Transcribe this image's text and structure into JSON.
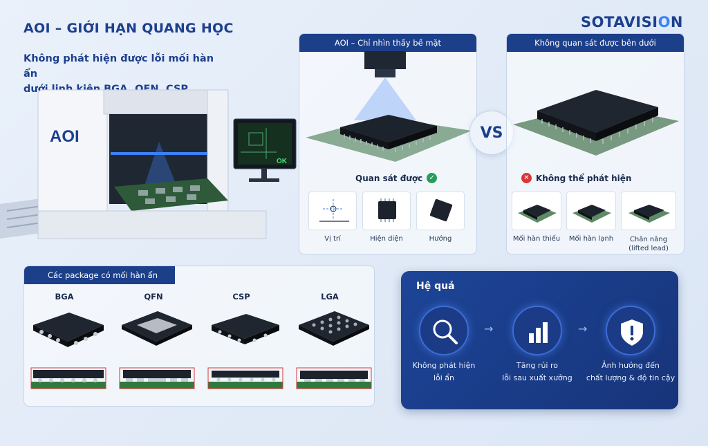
{
  "brand": {
    "part1": "SOTA",
    "part2": "VISI",
    "part3": "O",
    "part4": "N"
  },
  "header": {
    "title": "AOI – GIỚI HẠN QUANG HỌC",
    "subtitle_line1": "Không phát hiện được lỗi mối hàn ẩn",
    "subtitle_line2": "dưới linh kiện BGA, QFN, CSP"
  },
  "machine": {
    "label": "AOI",
    "screen_ok": "OK"
  },
  "panel_surface": {
    "title": "AOI – Chỉ nhìn thấy bề mặt",
    "status": "Quan sát được",
    "tiles": [
      {
        "label": "Vị trí",
        "icon": "crosshair-icon"
      },
      {
        "label": "Hiện diện",
        "icon": "chip-icon"
      },
      {
        "label": "Hướng",
        "icon": "chip-rotated-icon"
      }
    ]
  },
  "vs": "VS",
  "panel_below": {
    "title": "Không quan sát được bên dưới",
    "status": "Không thể phát hiện",
    "tiles": [
      {
        "label": "Mối hàn thiếu",
        "label2": ""
      },
      {
        "label": "Mối hàn lạnh",
        "label2": ""
      },
      {
        "label": "Chân nâng",
        "label2": "(lifted lead)"
      }
    ]
  },
  "packages": {
    "title": "Các package có mối hàn ẩn",
    "items": [
      {
        "name": "BGA"
      },
      {
        "name": "QFN"
      },
      {
        "name": "CSP"
      },
      {
        "name": "LGA"
      }
    ]
  },
  "consequence": {
    "title": "Hệ quả",
    "items": [
      {
        "line1": "Không phát hiện",
        "line2": "lỗi ẩn",
        "icon": "magnifier-icon"
      },
      {
        "line1": "Tăng rủi ro",
        "line2": "lỗi sau xuất xưởng",
        "icon": "bar-chart-icon"
      },
      {
        "line1": "Ảnh hưởng đến",
        "line2": "chất lượng & độ tin cậy",
        "icon": "shield-alert-icon"
      }
    ]
  },
  "colors": {
    "accent": "#1c3f8a",
    "ok": "#22a05b",
    "bad": "#d93636"
  }
}
